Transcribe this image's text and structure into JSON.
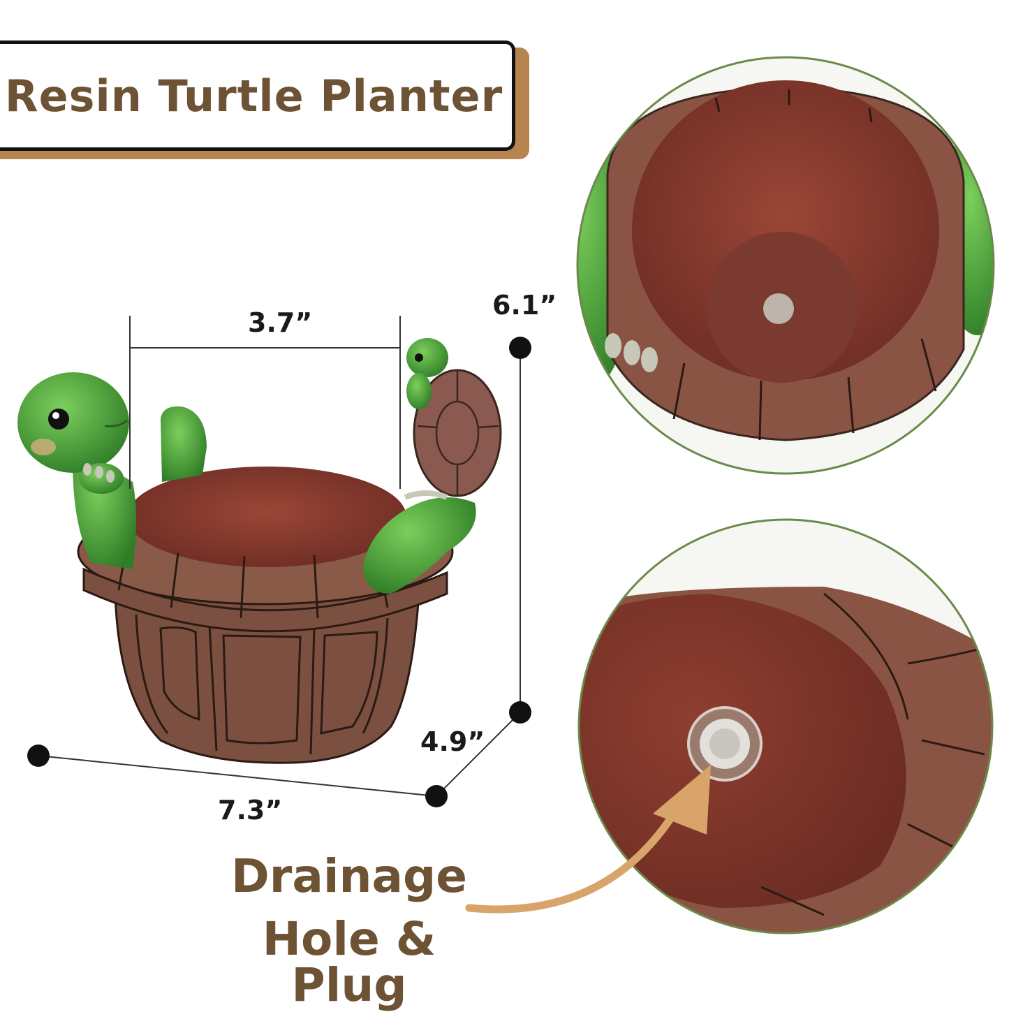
{
  "title": "Resin Turtle Planter",
  "dimensions": {
    "inner_width": "3.7”",
    "height": "6.1”",
    "depth": "4.9”",
    "length": "7.3”"
  },
  "callout": {
    "line1": "Drainage",
    "line2": "Hole & Plug"
  },
  "colors": {
    "title_text": "#6d5234",
    "title_shadow": "#b6844e",
    "shell_brown": "#7a4a3a",
    "pot_interior": "#8a3e32",
    "turtle_green": "#4aa83a",
    "arrow": "#d8a46a",
    "circle_border": "#6b8a4a"
  }
}
